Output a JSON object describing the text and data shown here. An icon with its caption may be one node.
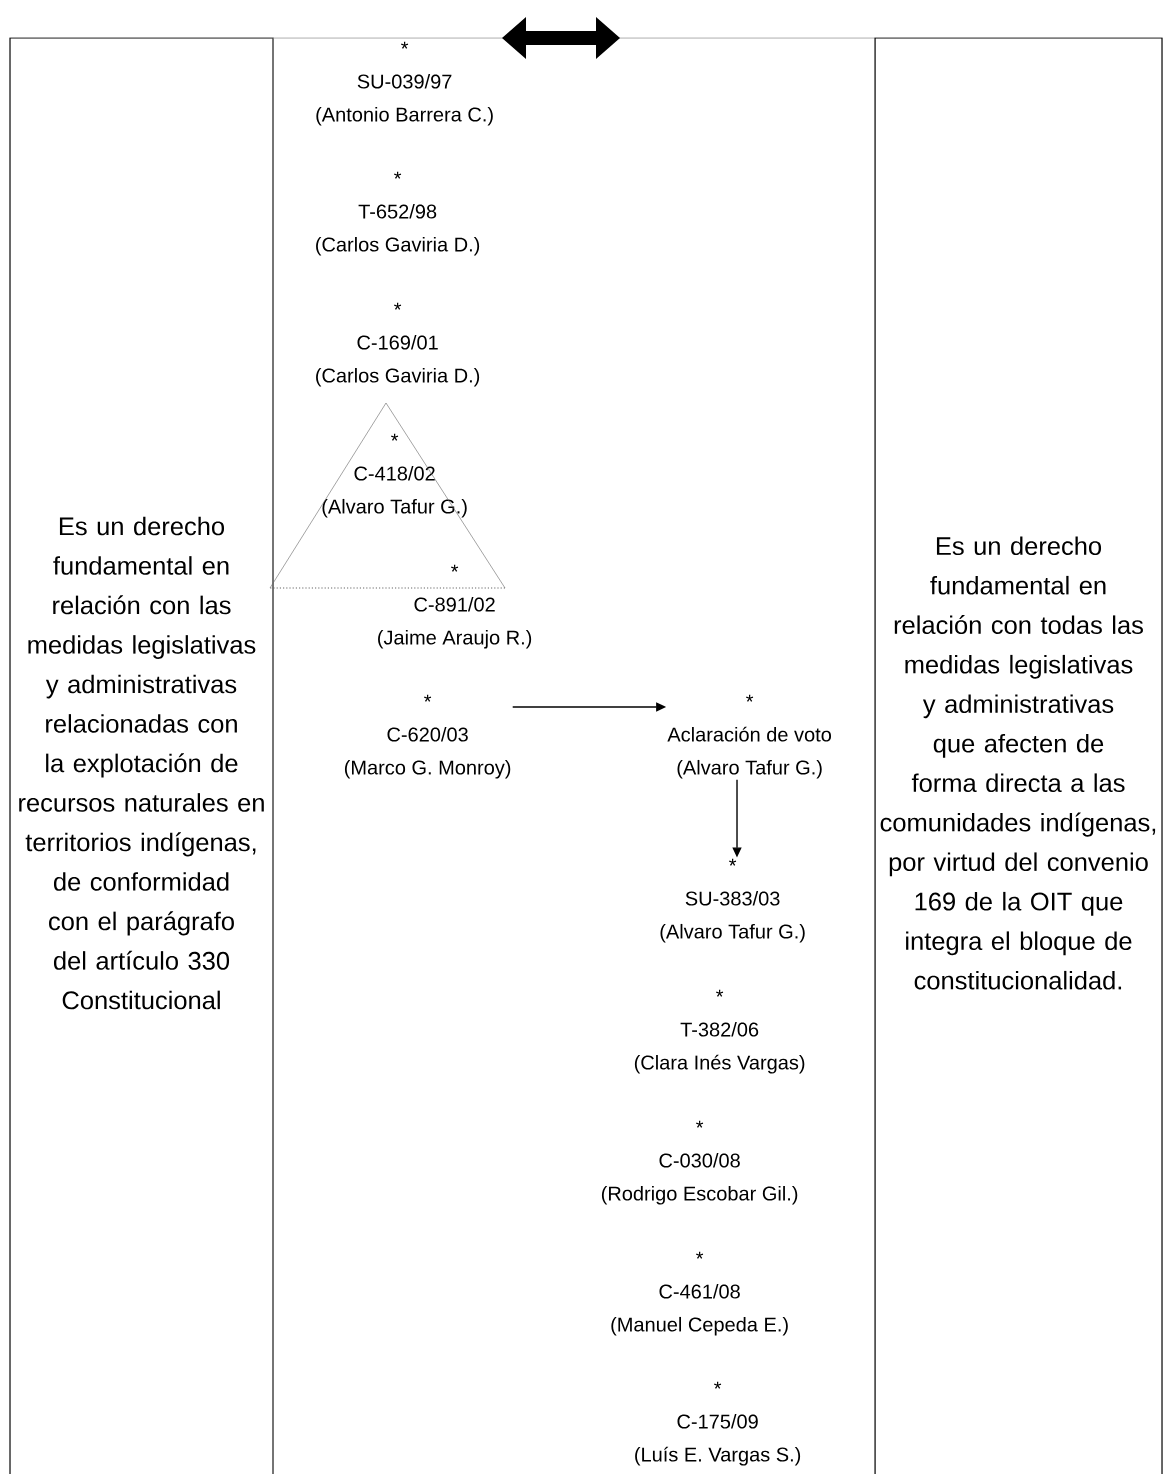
{
  "diagram": {
    "nodes": [
      {
        "text": [
          "Es un derecho fundamental en relación con las medidas legislativas y administrativas relacionadas con la explotación de recursos naturales en territorios indígenas, de conformidad con el parágrafo del artículo 330 Constitucional"
        ]
      },
      {
        "text": [],
        "shape": "box"
      },
      {
        "text": [
          "Es un derecho fundamental en relación con todas las medidas legislativas y administrativas que afecten de forma directa a las comunidades indígenas, por virtud del convenio 169 de la OIT que integra el bloque de constitucionalidad."
        ]
      },
      {
        "text": [
          "*",
          "SU-039/97",
          "(Antonio Barrera C.)"
        ],
        "in": 1
      },
      {
        "text": [
          "*",
          "T-652/98",
          "(Carlos Gaviria D.)"
        ],
        "in": 1
      },
      {
        "text": [
          "*",
          "C-169/01",
          "(Carlos Gaviria D.)"
        ],
        "in": 1
      },
      {
        "text": [
          "*",
          "C-418/02",
          "(Alvaro Tafur G.)"
        ],
        "in": 1
      },
      {
        "text": [
          "*",
          "C-891/02",
          "(Jaime Araujo R.)"
        ],
        "in": 1
      },
      {
        "text": [
          "*",
          "C-620/03",
          "(Marco G. Monroy)"
        ],
        "in": 1
      },
      {
        "text": [
          "*",
          "Aclaración de voto",
          "(Alvaro Tafur G.)"
        ],
        "in": 1
      },
      {
        "text": [
          "*",
          "SU-383/03",
          "(Alvaro Tafur G.)"
        ],
        "in": 1
      },
      {
        "text": [
          "*",
          "T-382/06",
          "(Clara Inés Vargas)"
        ],
        "in": 1
      },
      {
        "text": [
          "*",
          "C-030/08",
          "(Rodrigo Escobar Gil.)"
        ],
        "in": 1
      },
      {
        "text": [
          "*",
          "C-461/08",
          "(Manuel Cepeda E.)"
        ],
        "in": 1
      },
      {
        "text": [
          "*",
          "C-175/09",
          "(Luís E. Vargas S.)"
        ],
        "in": 1
      }
    ],
    "edges": [
      {
        "from": 8,
        "to": 9,
        "arrow": "to"
      },
      {
        "from": 9,
        "to": 10,
        "arrow": "to"
      }
    ]
  }
}
